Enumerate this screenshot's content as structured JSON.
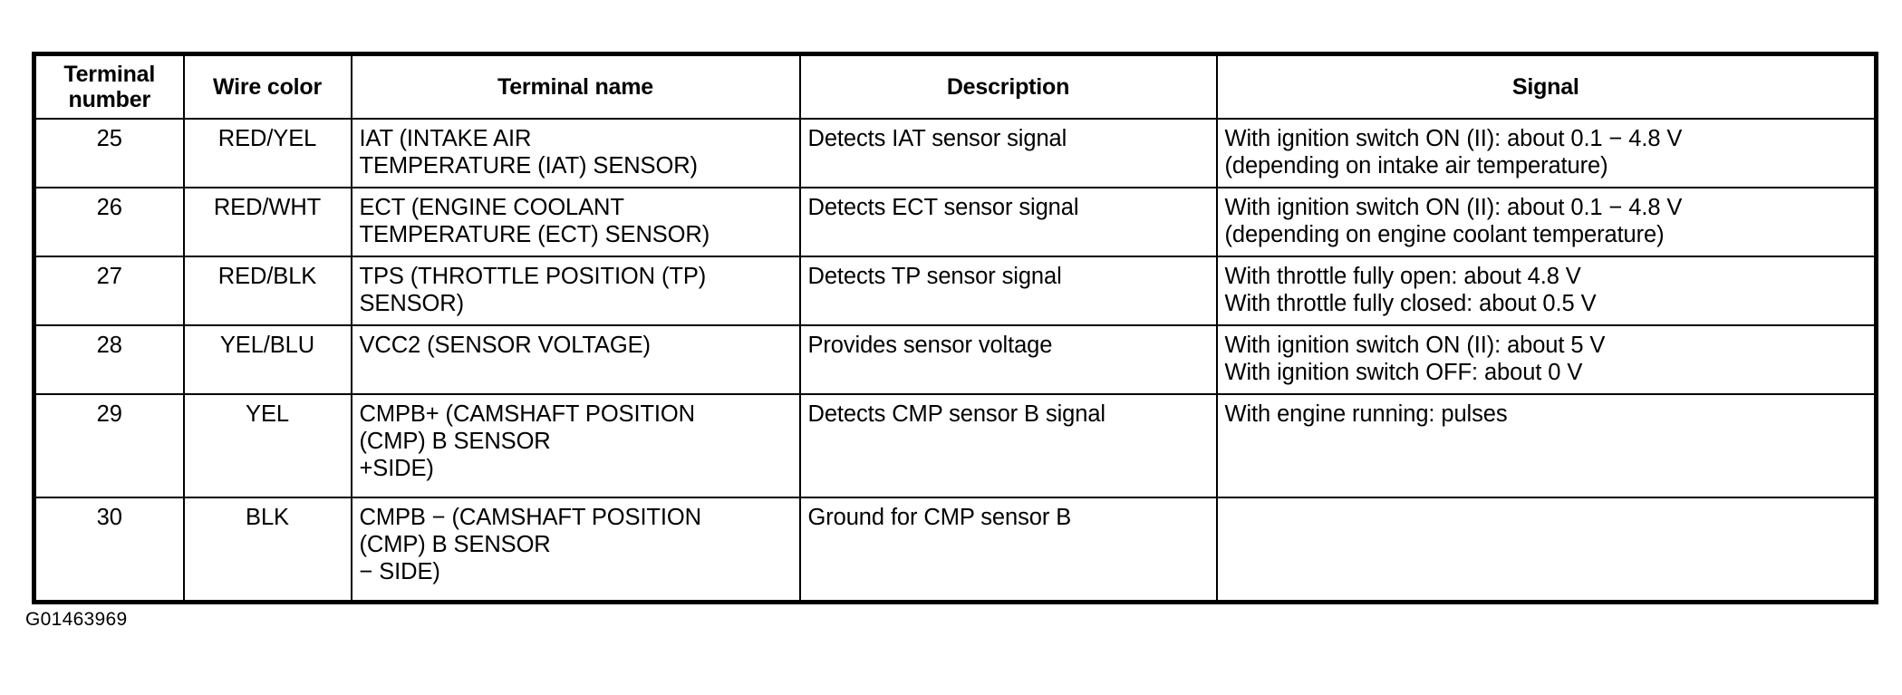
{
  "document": {
    "caption": "G01463969"
  },
  "table": {
    "columns": [
      {
        "key": "terminal_number",
        "header_lines": [
          "Terminal",
          "number"
        ]
      },
      {
        "key": "wire_color",
        "header_lines": [
          "Wire color"
        ]
      },
      {
        "key": "terminal_name",
        "header_lines": [
          "Terminal name"
        ]
      },
      {
        "key": "description",
        "header_lines": [
          "Description"
        ]
      },
      {
        "key": "signal",
        "header_lines": [
          "Signal"
        ]
      }
    ],
    "rows": [
      {
        "terminal_number": "25",
        "wire_color": "RED/YEL",
        "terminal_name": [
          "IAT (INTAKE AIR",
          "TEMPERATURE (IAT) SENSOR)"
        ],
        "description": [
          "Detects IAT sensor signal"
        ],
        "signal": [
          "With ignition switch ON (II): about 0.1 − 4.8 V",
          "(depending on intake air temperature)"
        ]
      },
      {
        "terminal_number": "26",
        "wire_color": "RED/WHT",
        "terminal_name": [
          "ECT (ENGINE COOLANT",
          "TEMPERATURE (ECT) SENSOR)"
        ],
        "description": [
          "Detects ECT sensor signal"
        ],
        "signal": [
          "With ignition switch ON (II): about 0.1 − 4.8 V",
          "(depending on engine coolant temperature)"
        ]
      },
      {
        "terminal_number": "27",
        "wire_color": "RED/BLK",
        "terminal_name": [
          "TPS (THROTTLE POSITION (TP)",
          "SENSOR)"
        ],
        "description": [
          "Detects TP sensor signal"
        ],
        "signal": [
          "With throttle fully open: about 4.8 V",
          "With throttle fully closed: about 0.5 V"
        ]
      },
      {
        "terminal_number": "28",
        "wire_color": "YEL/BLU",
        "terminal_name": [
          "VCC2 (SENSOR VOLTAGE)"
        ],
        "description": [
          "Provides sensor voltage"
        ],
        "signal": [
          "With ignition switch ON (II): about 5 V",
          "With ignition switch OFF: about 0 V"
        ]
      },
      {
        "terminal_number": "29",
        "wire_color": "YEL",
        "terminal_name": [
          "CMPB+ (CAMSHAFT POSITION",
          "(CMP) B SENSOR",
          "+SIDE)"
        ],
        "description": [
          "Detects CMP sensor B signal"
        ],
        "signal": [
          "With engine running: pulses"
        ]
      },
      {
        "terminal_number": "30",
        "wire_color": "BLK",
        "terminal_name": [
          "CMPB − (CAMSHAFT POSITION",
          "(CMP) B SENSOR",
          "− SIDE)"
        ],
        "description": [
          "Ground for CMP sensor B"
        ],
        "signal": [
          ""
        ]
      }
    ]
  }
}
